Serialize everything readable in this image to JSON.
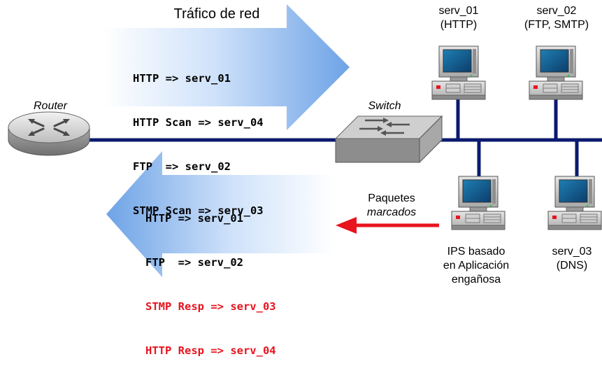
{
  "colors": {
    "network_line": "#0b1a6e",
    "arrow_light": "#dbe9fb",
    "arrow_dark": "#6ea3e6",
    "red": "#e8141e",
    "text": "#000000"
  },
  "traffic": {
    "title": "Tráfico de red",
    "lines": [
      "HTTP => serv_01",
      "HTTP Scan => serv_04",
      "FTP  => serv_02",
      "STMP Scan => serv_03"
    ]
  },
  "response": {
    "lines": [
      {
        "text": "HTTP => serv_01",
        "color": "#000000"
      },
      {
        "text": "FTP  => serv_02",
        "color": "#000000"
      },
      {
        "text": "STMP Resp => serv_03",
        "color": "#e8141e"
      },
      {
        "text": "HTTP Resp => serv_04",
        "color": "#e8141e"
      }
    ]
  },
  "router": {
    "label": "Router",
    "icon": "router-icon"
  },
  "switch": {
    "label": "Switch",
    "icon": "switch-icon"
  },
  "marked": {
    "line1": "Paquetes",
    "line2": "marcados"
  },
  "servers": {
    "serv01": {
      "name": "serv_01",
      "proto": "(HTTP)"
    },
    "serv02": {
      "name": "serv_02",
      "proto": "(FTP, SMTP)"
    },
    "serv03": {
      "name": "serv_03",
      "proto": "(DNS)"
    },
    "ips": {
      "line1": "IPS basado",
      "line2": "en Aplicación",
      "line3": "engañosa"
    }
  }
}
